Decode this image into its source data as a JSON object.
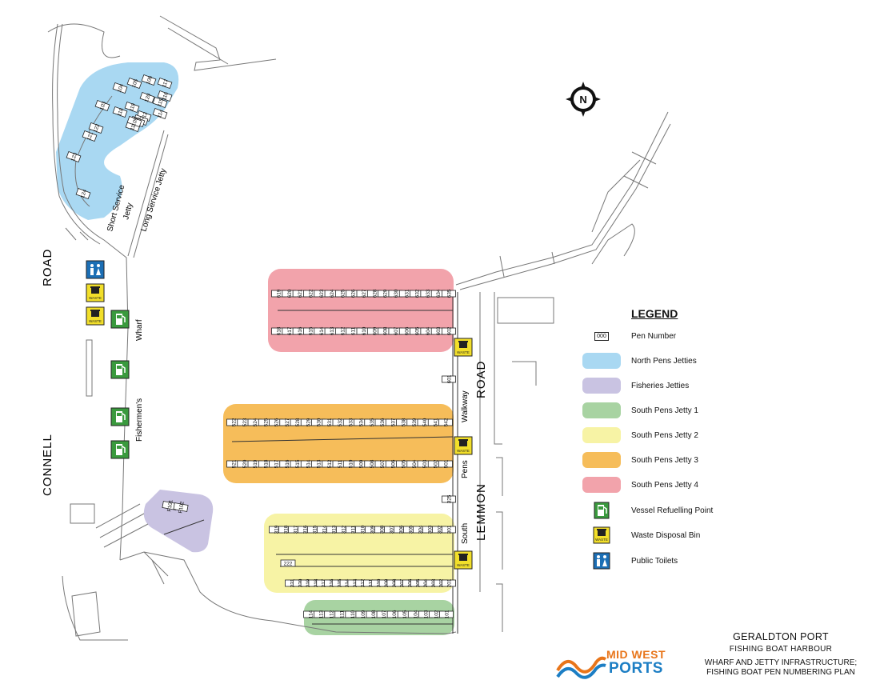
{
  "roads": {
    "road_left": "ROAD",
    "connell": "CONNELL",
    "road_right": "ROAD",
    "lemmon": "LEMMON"
  },
  "features": {
    "short_service_jetty_1": "Short Service",
    "short_service_jetty_2": "Jetty",
    "long_service_jetty": "Long Service Jetty",
    "wharf": "Wharf",
    "fishermens": "Fishermen's",
    "walkway": "Walkway",
    "pens": "Pens",
    "south": "South",
    "waste_label": "WASTE",
    "north": "N"
  },
  "legend": {
    "title": "LEGEND",
    "pen_number_sample": "000",
    "items": [
      {
        "label": "Pen Number"
      },
      {
        "label": "North Pens Jetties",
        "color": "#a9d8f2"
      },
      {
        "label": "Fisheries Jetties",
        "color": "#c9c3e2"
      },
      {
        "label": "South Pens Jetty 1",
        "color": "#a8d3a2"
      },
      {
        "label": "South Pens Jetty 2",
        "color": "#f7f3a5"
      },
      {
        "label": "South Pens Jetty 3",
        "color": "#f6bd5a"
      },
      {
        "label": "South Pens Jetty 4",
        "color": "#f2a3ab"
      },
      {
        "label": "Vessel Refuelling Point"
      },
      {
        "label": "Waste Disposal Bin"
      },
      {
        "label": "Public Toilets"
      }
    ]
  },
  "title_block": {
    "line1": "GERALDTON PORT",
    "line2": "FISHING BOAT HARBOUR",
    "line3": "WHARF AND JETTY INFRASTRUCTURE;",
    "line4": "FISHING BOAT PEN NUMBERING PLAN"
  },
  "logo": {
    "line1": "MID WEST",
    "line2": "PORTS"
  },
  "pens": {
    "south4_top": [
      "619",
      "620",
      "621",
      "622",
      "623",
      "624",
      "625",
      "626",
      "627",
      "628",
      "629",
      "630",
      "631",
      "632",
      "633",
      "634",
      "635"
    ],
    "south4_bottom": [
      "618",
      "617",
      "616",
      "615",
      "614",
      "613",
      "612",
      "611",
      "610",
      "609",
      "608",
      "607",
      "606",
      "605",
      "604",
      "603",
      "602"
    ],
    "south3_top": [
      "522",
      "523",
      "524",
      "525",
      "526",
      "527",
      "528",
      "529",
      "530",
      "531",
      "532",
      "533",
      "534",
      "535",
      "536",
      "537",
      "538",
      "539",
      "540",
      "541",
      "542"
    ],
    "south3_bottom": [
      "521",
      "520",
      "519",
      "518",
      "517",
      "516",
      "515",
      "514",
      "513",
      "512",
      "511",
      "510",
      "509",
      "508",
      "507",
      "506",
      "505",
      "504",
      "503",
      "502",
      "501"
    ],
    "south2_top": [
      "319",
      "318",
      "317",
      "316",
      "315",
      "314",
      "313",
      "312",
      "311",
      "310",
      "309",
      "308",
      "307",
      "306",
      "305",
      "304",
      "303",
      "302",
      "301"
    ],
    "south2_bottom": [
      "221",
      "220",
      "219",
      "218",
      "217",
      "216",
      "215",
      "214",
      "213",
      "212",
      "211",
      "210",
      "209",
      "208",
      "207",
      "206",
      "205",
      "204",
      "203",
      "202",
      "201"
    ],
    "south2_extra": "222",
    "south1": [
      "114",
      "113",
      "112",
      "111",
      "110",
      "109",
      "108",
      "107",
      "106",
      "105",
      "104",
      "103",
      "102",
      "101"
    ],
    "walkway": [
      "601",
      "325"
    ],
    "fisheries": [
      "F101",
      "F102"
    ],
    "north": [
      "104",
      "105",
      "106",
      "103",
      "118",
      "119",
      "120",
      "117",
      "116",
      "115",
      "114",
      "113",
      "112",
      "111",
      "110",
      "109",
      "122",
      "121",
      "123",
      "124"
    ]
  }
}
